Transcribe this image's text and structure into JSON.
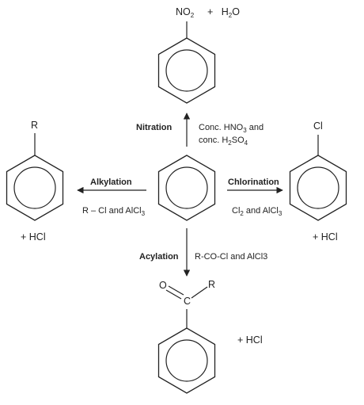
{
  "diagram": {
    "center_compound": "benzene",
    "top": {
      "reaction": "Nitration",
      "reagent_line1": {
        "a": "Conc. HNO",
        "sub": "3",
        "b": " and"
      },
      "reagent_line2": {
        "a": "conc. H",
        "sub1": "2",
        "b": "SO",
        "sub2": "4"
      },
      "product_group": {
        "a": "NO",
        "sub": "2"
      },
      "byproduct": {
        "plus": "+",
        "a": "H",
        "sub": "2",
        "b": "O"
      }
    },
    "left": {
      "reaction": "Alkylation",
      "reagent": {
        "a": "R – Cl  and  AlCl",
        "sub": "3"
      },
      "product_group": "R",
      "byproduct": "+  HCl"
    },
    "right": {
      "reaction": "Chlorination",
      "reagent": {
        "a": "Cl",
        "sub1": "2",
        "b": "  and AlCl",
        "sub2": "3"
      },
      "product_group": "Cl",
      "byproduct": "+  HCl"
    },
    "bottom": {
      "reaction": "Acylation",
      "reagent": "R-CO-Cl and AlCl3",
      "carbonyl_o": "O",
      "carbonyl_c": "C",
      "carbonyl_r": "R",
      "byproduct": "+  HCl"
    }
  }
}
